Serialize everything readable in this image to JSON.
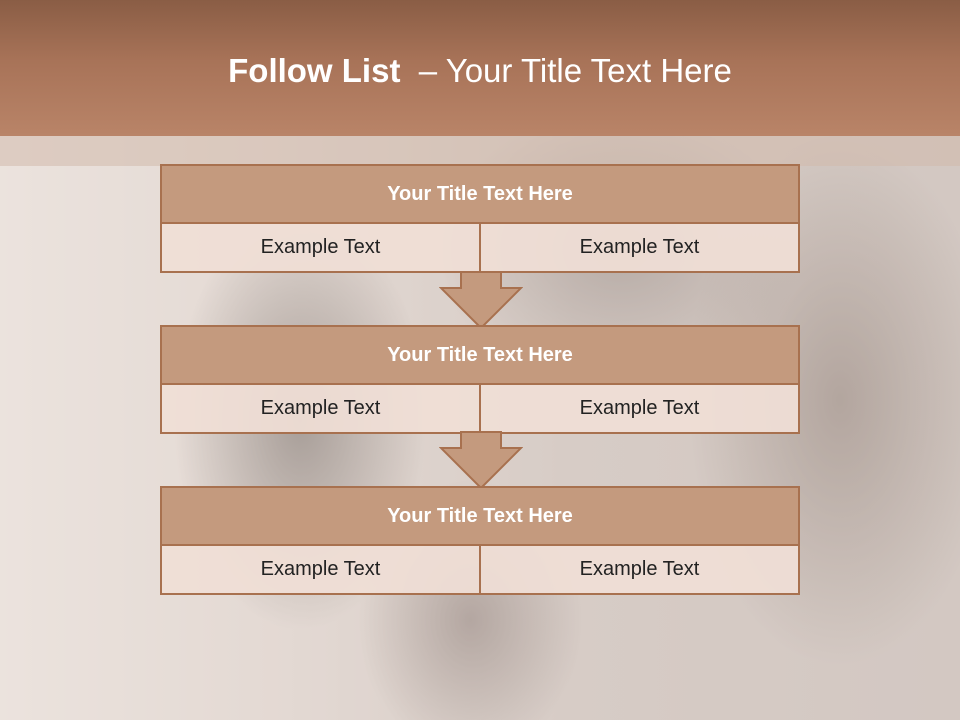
{
  "slide": {
    "title_bold": "Follow List",
    "title_rest": "  – Your Title Text Here"
  },
  "steps": [
    {
      "title": "Your Title Text Here",
      "left": "Example Text",
      "right": "Example Text"
    },
    {
      "title": "Your Title Text Here",
      "left": "Example Text",
      "right": "Example Text"
    },
    {
      "title": "Your Title Text Here",
      "left": "Example Text",
      "right": "Example Text"
    }
  ],
  "colors": {
    "header": "#a87358",
    "box_title": "#c49a7e",
    "box_border": "#a8714f",
    "cell_bg": "#f0ded6",
    "arrow_fill": "#c49a7e"
  }
}
